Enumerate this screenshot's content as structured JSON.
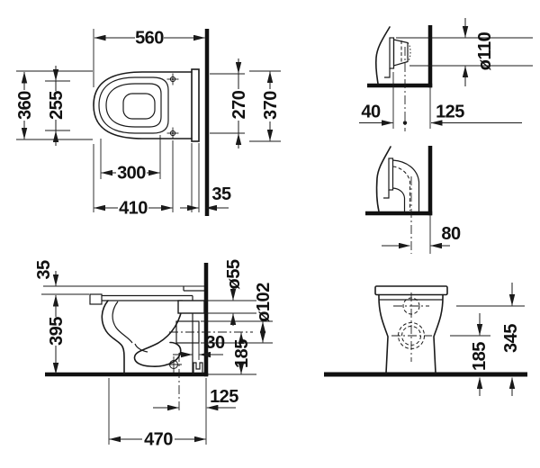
{
  "drawing": {
    "kind": "technical-dimension-drawing",
    "colors": {
      "line": "#1a1a1a",
      "background": "#ffffff"
    }
  },
  "views": {
    "plan": {
      "dims": {
        "overall_depth": "560",
        "overall_width": "360",
        "seat_width": "255",
        "hole_spacing": "270",
        "rear_width": "370",
        "bowl_depth": "300",
        "front_to_holes": "410",
        "rear_gap": "35"
      }
    },
    "outlet_horizontal": {
      "dims": {
        "diameter": "ø110",
        "flange_offset": "40",
        "wall_distance": "125"
      }
    },
    "outlet_vertical": {
      "dims": {
        "wall_distance": "80"
      }
    },
    "side": {
      "dims": {
        "seat_thickness": "35",
        "rim_height": "395",
        "inlet_diameter": "ø55",
        "outlet_diameter": "ø102",
        "rear_offset": "30",
        "outlet_height": "185",
        "outlet_wall_distance": "125",
        "depth_to_wall": "470"
      }
    },
    "rear": {
      "dims": {
        "outlet_height": "185",
        "inlet_height": "345"
      }
    }
  }
}
